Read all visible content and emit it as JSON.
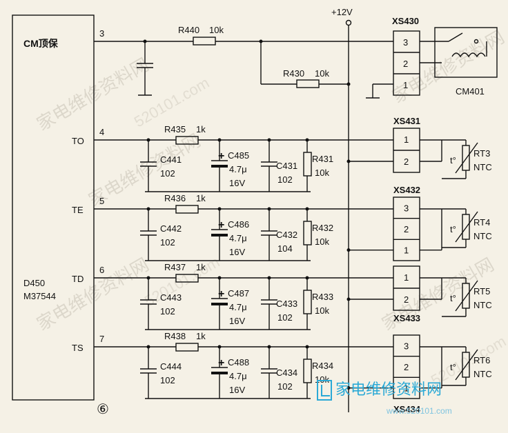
{
  "mcu": {
    "label1": "CM顶保",
    "label2": "D450",
    "label3": "M37544",
    "circle_number": "⑥",
    "pins": [
      {
        "num": "3",
        "name": ""
      },
      {
        "num": "4",
        "name": "TO"
      },
      {
        "num": "5",
        "name": "TE"
      },
      {
        "num": "6",
        "name": "TD"
      },
      {
        "num": "7",
        "name": "TS"
      }
    ]
  },
  "supply": "+12V",
  "top": {
    "r_a": {
      "name": "R440",
      "value": "10k"
    },
    "r_b": {
      "name": "R430",
      "value": "10k"
    },
    "connector": "XS430",
    "pins": [
      "3",
      "2",
      "1"
    ],
    "device": "CM401"
  },
  "rows": [
    {
      "r": "R435",
      "rv": "1k",
      "c1": "C441",
      "c1v": "102",
      "c2": "C485",
      "c2v1": "4.7μ",
      "c2v2": "16V",
      "c3": "C431",
      "c3v": "102",
      "r2": "R431",
      "r2v": "10k",
      "conn": "XS431",
      "pins": [
        "1",
        "2"
      ],
      "therm": "RT3",
      "ntc": "NTC",
      "t": "t°"
    },
    {
      "r": "R436",
      "rv": "1k",
      "c1": "C442",
      "c1v": "102",
      "c2": "C486",
      "c2v1": "4.7μ",
      "c2v2": "16V",
      "c3": "C432",
      "c3v": "104",
      "r2": "R432",
      "r2v": "10k",
      "conn": "XS432",
      "pins": [
        "3",
        "2",
        "1"
      ],
      "therm": "RT4",
      "ntc": "NTC",
      "t": "t°"
    },
    {
      "r": "R437",
      "rv": "1k",
      "c1": "C443",
      "c1v": "102",
      "c2": "C487",
      "c2v1": "4.7μ",
      "c2v2": "16V",
      "c3": "C433",
      "c3v": "102",
      "r2": "R433",
      "r2v": "10k",
      "conn": "XS433",
      "pins": [
        "1",
        "2"
      ],
      "therm": "RT5",
      "ntc": "NTC",
      "t": "t°"
    },
    {
      "r": "R438",
      "rv": "1k",
      "c1": "C444",
      "c1v": "102",
      "c2": "C488",
      "c2v1": "4.7μ",
      "c2v2": "16V",
      "c3": "C434",
      "c3v": "102",
      "r2": "R434",
      "r2v": "10k",
      "conn": "XS434",
      "pins": [
        "3",
        "2",
        "1"
      ],
      "therm": "RT6",
      "ntc": "NTC",
      "t": "t°"
    }
  ],
  "watermark": {
    "text": "家电维修资料网",
    "url": "520101.com",
    "logo_text": "家电维修资料网",
    "logo_url": "www.520101.com"
  }
}
